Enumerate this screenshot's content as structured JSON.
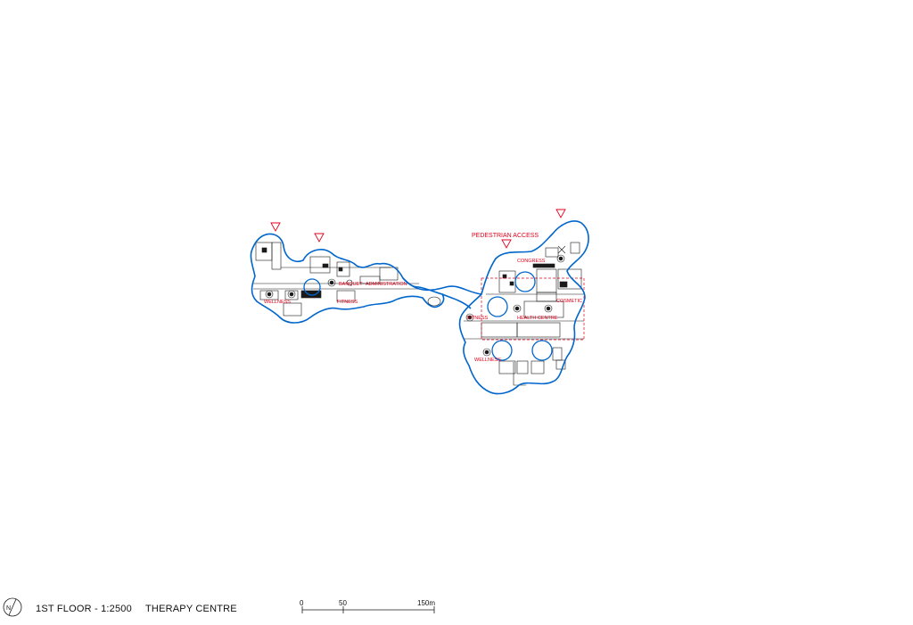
{
  "labels": {
    "pedestrian_access": "PEDESTRIAN ACCESS",
    "banquet": "BANQUET",
    "administration": "ADMINISTRATION",
    "wellness_left": "WELLNESS",
    "fitness_left": "FITNESS",
    "congress": "CONGRESS",
    "cosmetic": "COSMETIC",
    "fitness_right": "FITNESS",
    "health_centre": "HEALTH CENTRE",
    "wellness_right": "WELLNESS"
  },
  "footer": {
    "floor": "1ST FLOOR - 1:2500",
    "project": "THERAPY CENTRE",
    "north": "N"
  },
  "scale_bar": {
    "ticks": [
      "0",
      "50",
      "150m"
    ]
  },
  "colors": {
    "outline": "#0066cc",
    "labels": "#e0001b",
    "linework": "#1a1a1a"
  }
}
